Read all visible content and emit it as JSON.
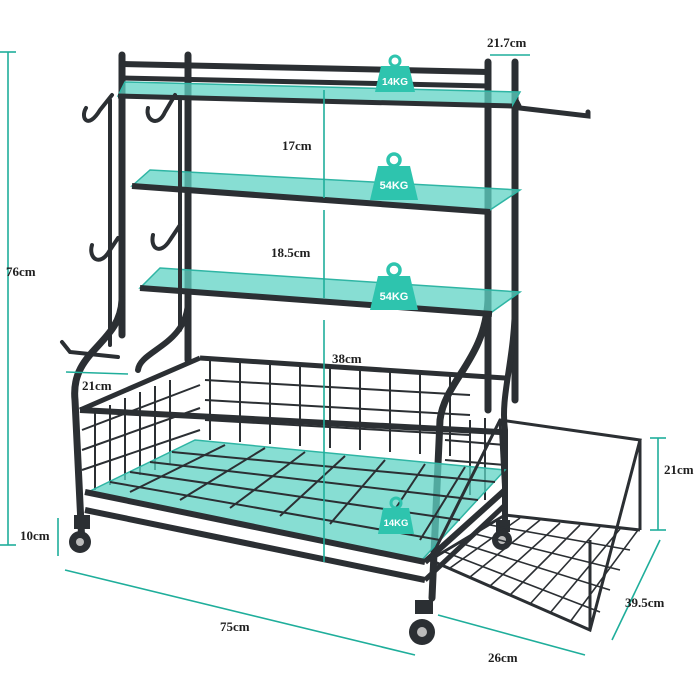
{
  "colors": {
    "frame": "#2b2f33",
    "glass": "#5fd3c4",
    "glass_edge": "#2fb5a4",
    "dimension_line": "#1fae9b",
    "weight_badge": "#2ec4ae",
    "label_text": "#1f1f1f",
    "background": "#ffffff"
  },
  "dimensions": {
    "total_height": "76cm",
    "top_depth": "21.7cm",
    "shelf_gap_top": "17cm",
    "shelf_gap_middle": "18.5cm",
    "shelf_gap_bottom": "38cm",
    "base_depth": "21cm",
    "wheel_height": "10cm",
    "total_width": "75cm",
    "basket_height": "21cm",
    "basket_length": "39.5cm",
    "basket_width": "26cm"
  },
  "weights": {
    "top_shelf": "14KG",
    "second_shelf": "54KG",
    "third_shelf": "54KG",
    "bottom_shelf": "14KG"
  },
  "icons": [
    "weight-icon",
    "hook-icon",
    "caster-wheel-icon"
  ]
}
